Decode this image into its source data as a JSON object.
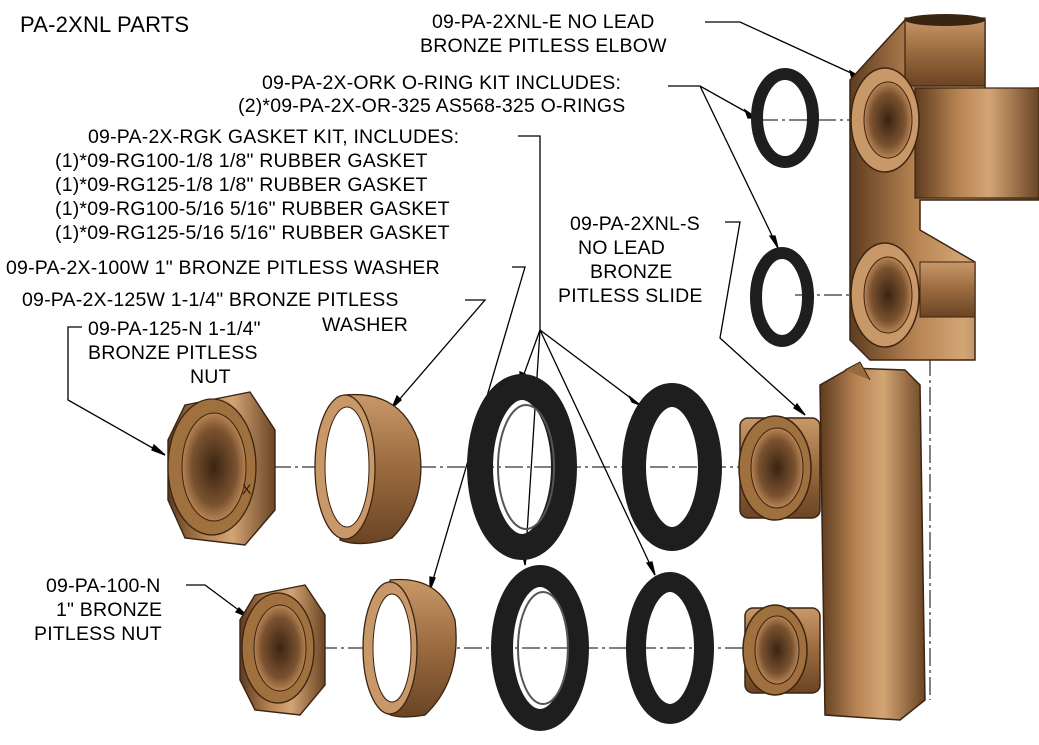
{
  "title": "PA-2XNL PARTS",
  "labels": {
    "elbow_l1": "09-PA-2XNL-E   NO LEAD",
    "elbow_l2": "BRONZE PITLESS ELBOW",
    "oring_l1": "09-PA-2X-ORK  O-RING KIT INCLUDES:",
    "oring_l2": "(2)*09-PA-2X-OR-325 AS568-325 O-RINGS",
    "gasket_l1": "09-PA-2X-RGK GASKET KIT, INCLUDES:",
    "gasket_l2": "(1)*09-RG100-1/8  1/8\" RUBBER GASKET",
    "gasket_l3": "(1)*09-RG125-1/8  1/8\" RUBBER GASKET",
    "gasket_l4": "(1)*09-RG100-5/16  5/16\" RUBBER GASKET",
    "gasket_l5": "(1)*09-RG125-5/16  5/16\" RUBBER GASKET",
    "washer100": "09-PA-2X-100W  1\" BRONZE PITLESS WASHER",
    "washer125_l1": "09-PA-2X-125W  1-1/4\" BRONZE PITLESS",
    "washer125_l2": "WASHER",
    "nut125_l1": "09-PA-125-N 1-1/4\"",
    "nut125_l2": "BRONZE PITLESS",
    "nut125_l3": "NUT",
    "slide_l1": "09-PA-2XNL-S",
    "slide_l2": "NO LEAD",
    "slide_l3": "BRONZE",
    "slide_l4": "PITLESS SLIDE",
    "nut100_l1": "09-PA-100-N",
    "nut100_l2": "1\" BRONZE",
    "nut100_l3": "PITLESS NUT"
  },
  "colors": {
    "bronze": "#9a6a3f",
    "bronze_light": "#c89868",
    "bronze_dark": "#5e3c1f",
    "rubber": "#1e1e1e"
  }
}
